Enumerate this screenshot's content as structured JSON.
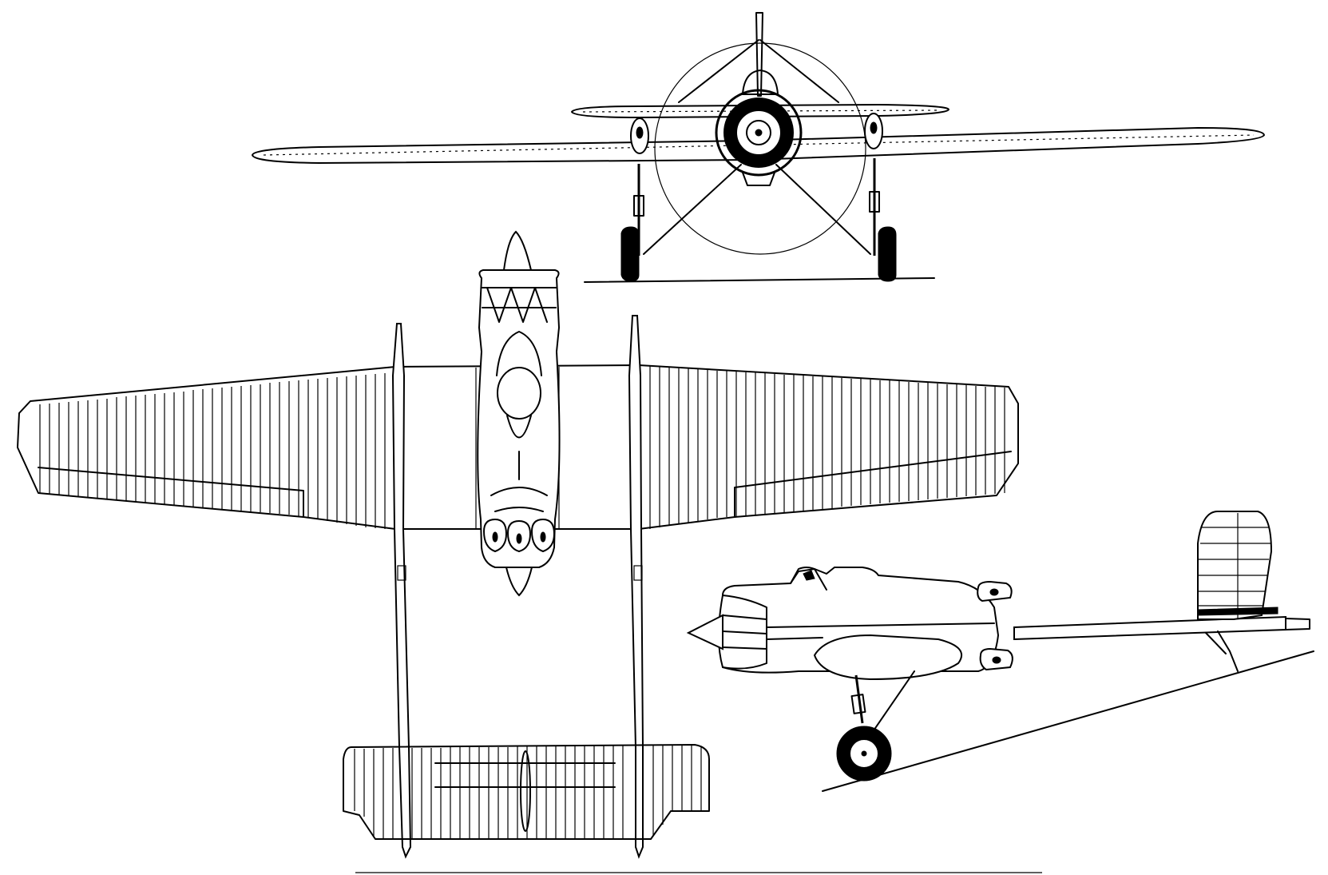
{
  "drawing": {
    "views": [
      "front",
      "top",
      "side"
    ],
    "line_color": "#000000",
    "background_color": "#ffffff"
  }
}
